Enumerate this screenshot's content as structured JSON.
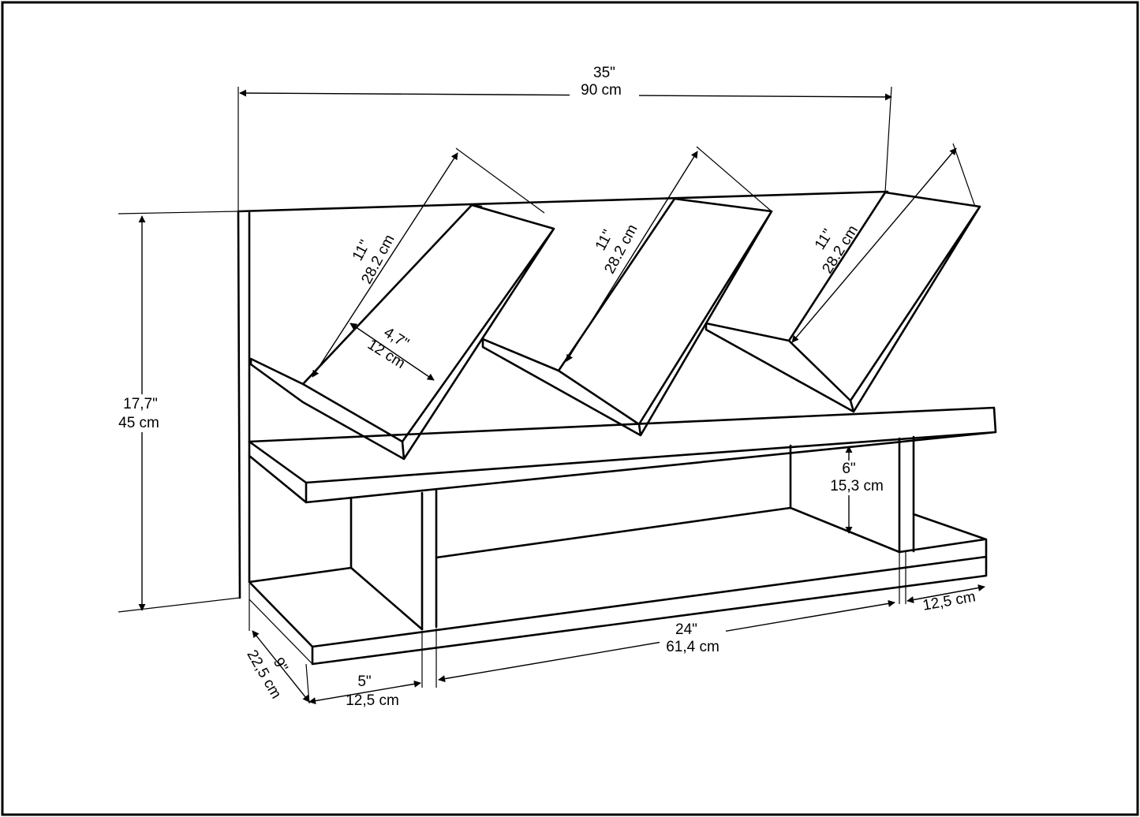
{
  "dimensions": {
    "width": {
      "imperial": "35\"",
      "metric": "90 cm"
    },
    "height": {
      "imperial": "17,7\"",
      "metric": "45 cm"
    },
    "depth": {
      "imperial": "9\"",
      "metric": "22,5 cm"
    },
    "holder_1": {
      "imperial": "11\"",
      "metric": "28.2 cm"
    },
    "holder_2": {
      "imperial": "11\"",
      "metric": "28.2 cm"
    },
    "holder_3": {
      "imperial": "11\"",
      "metric": "28.2 cm"
    },
    "holder_lip": {
      "imperial": "4,7\"",
      "metric": "12 cm"
    },
    "shelf_gap": {
      "imperial": "6\"",
      "metric": "15,3 cm"
    },
    "center_span": {
      "imperial": "24\"",
      "metric": "61,4 cm"
    },
    "left_span": {
      "imperial": "5\"",
      "metric": "12,5 cm"
    },
    "right_span": {
      "metric": "12,5 cm"
    }
  }
}
